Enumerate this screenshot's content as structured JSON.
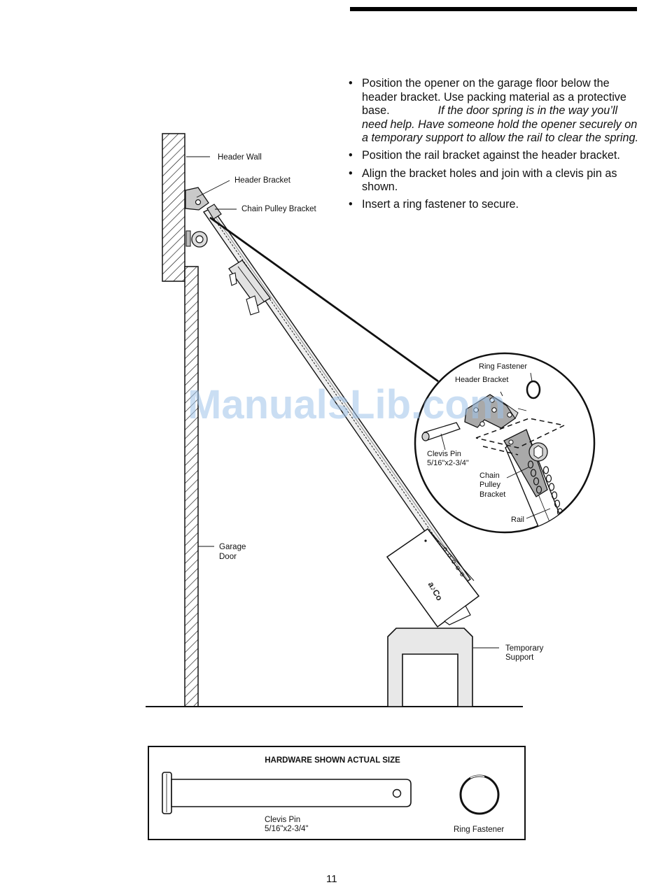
{
  "instructions": [
    {
      "text": "Position the opener on the garage floor below the header bracket. Use packing material as a protective base.",
      "note": "If the door spring is in the way you’ll need help. Have someone hold the opener securely on a temporary support to allow the rail to clear the spring."
    },
    {
      "text": "Position the rail bracket against the header bracket."
    },
    {
      "text": "Align the bracket holes and join with a clevis pin as shown."
    },
    {
      "text": "Insert a ring fastener to secure."
    }
  ],
  "bullet_symbol": "•",
  "labels": {
    "header_wall": "Header Wall",
    "header_bracket": "Header Bracket",
    "chain_pulley_bracket": "Chain Pulley Bracket",
    "garage_door_line1": "Garage",
    "garage_door_line2": "Door",
    "temporary_support_line1": "Temporary",
    "temporary_support_line2": "Support"
  },
  "inset_labels": {
    "ring_fastener": "Ring Fastener",
    "header_bracket": "Header Bracket",
    "clevis_pin_line1": "Clevis Pin",
    "clevis_pin_line2": "5/16\"x2-3/4\"",
    "chain_line1": "Chain",
    "chain_line2": "Pulley",
    "chain_line3": "Bracket",
    "rail": "Rail"
  },
  "hardware": {
    "title": "HARDWARE SHOWN ACTUAL SIZE",
    "clevis_pin_line1": "Clevis Pin",
    "clevis_pin_line2": "5/16\"x2-3/4\"",
    "ring_fastener": "Ring  Fastener"
  },
  "watermark": "ManualsLib.com",
  "page_number": "11"
}
